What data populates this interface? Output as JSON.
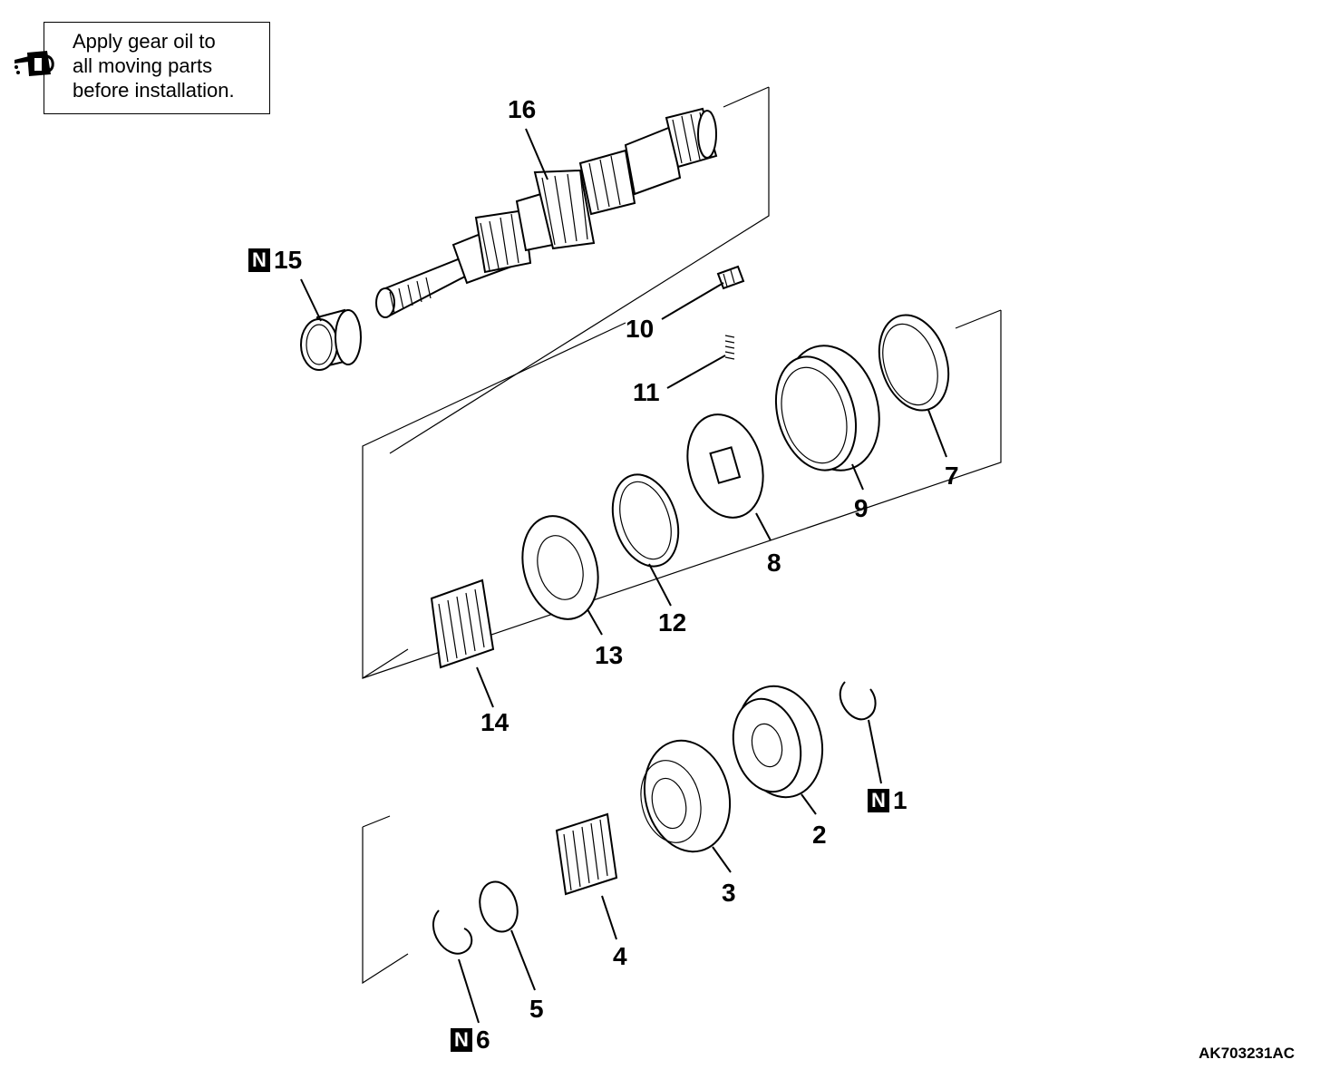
{
  "note": {
    "lines": [
      "Apply gear oil to",
      "all moving parts",
      "before installation."
    ],
    "icon": "oil-can-icon"
  },
  "parts": [
    {
      "id": "1",
      "label": "1",
      "new_part": true,
      "new_mark": "N"
    },
    {
      "id": "2",
      "label": "2",
      "new_part": false
    },
    {
      "id": "3",
      "label": "3",
      "new_part": false
    },
    {
      "id": "4",
      "label": "4",
      "new_part": false
    },
    {
      "id": "5",
      "label": "5",
      "new_part": false
    },
    {
      "id": "6",
      "label": "6",
      "new_part": true,
      "new_mark": "N"
    },
    {
      "id": "7",
      "label": "7",
      "new_part": false
    },
    {
      "id": "8",
      "label": "8",
      "new_part": false
    },
    {
      "id": "9",
      "label": "9",
      "new_part": false
    },
    {
      "id": "10",
      "label": "10",
      "new_part": false
    },
    {
      "id": "11",
      "label": "11",
      "new_part": false
    },
    {
      "id": "12",
      "label": "12",
      "new_part": false
    },
    {
      "id": "13",
      "label": "13",
      "new_part": false
    },
    {
      "id": "14",
      "label": "14",
      "new_part": false
    },
    {
      "id": "15",
      "label": "15",
      "new_part": true,
      "new_mark": "N"
    },
    {
      "id": "16",
      "label": "16",
      "new_part": false
    }
  ],
  "reference_code": "AK703231AC"
}
